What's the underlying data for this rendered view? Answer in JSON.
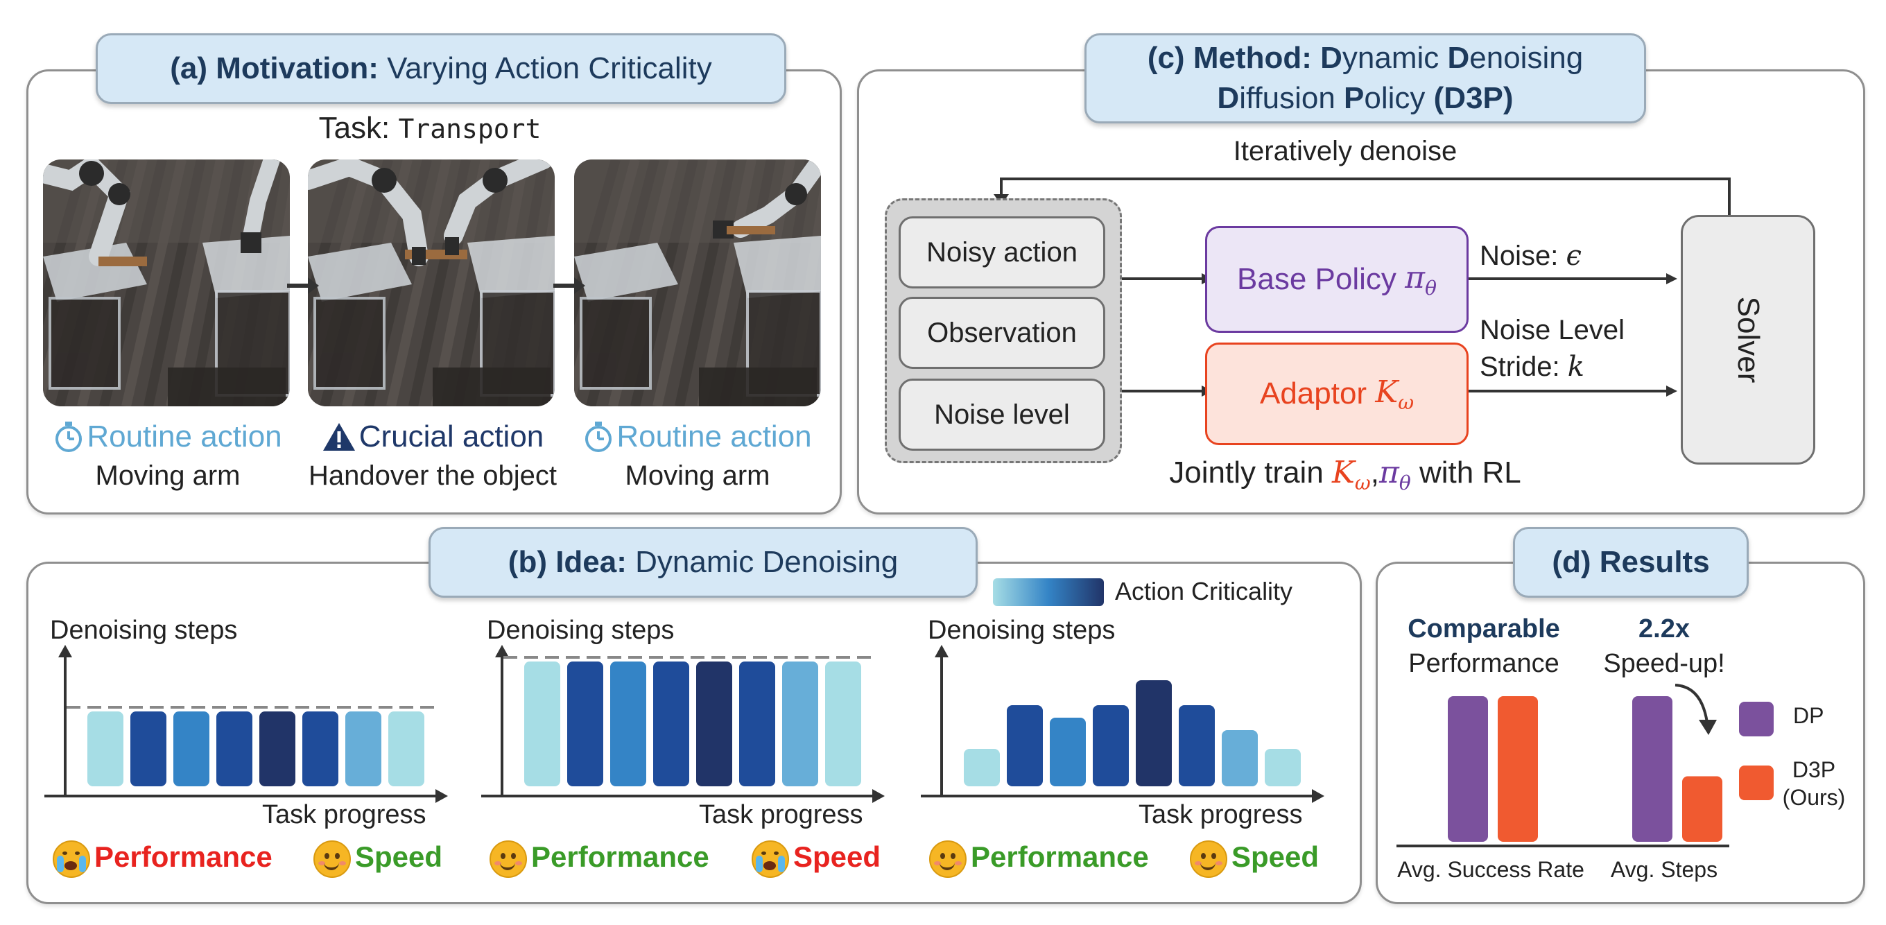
{
  "panel_a": {
    "title_bold": "(a) Motivation:",
    "title_rest": " Varying Action Criticality",
    "task_label": "Task: ",
    "task_name": "Transport",
    "frames": [
      {
        "label": "Routine action",
        "caption": "Moving arm",
        "icon": "stopwatch-icon",
        "color": "#5fa8d3"
      },
      {
        "label": "Crucial action",
        "caption": "Handover the object",
        "icon": "warning-icon",
        "color": "#1f3869"
      },
      {
        "label": "Routine action",
        "caption": "Moving arm",
        "icon": "stopwatch-icon",
        "color": "#5fa8d3"
      }
    ]
  },
  "panel_b": {
    "title_bold": "(b) Idea:",
    "title_rest": " Dynamic Denoising",
    "legend_label": "Action Criticality",
    "y_label": "Denoising steps",
    "x_label": "Task progress",
    "charts": [
      {
        "bars": [
          0.6,
          0.6,
          0.6,
          0.6,
          0.6,
          0.6,
          0.6,
          0.6
        ],
        "criticality": [
          1,
          4,
          3,
          4,
          5,
          4,
          2,
          1
        ],
        "perf": {
          "text": "Performance",
          "face": "crying",
          "color": "#e8231f"
        },
        "speed": {
          "text": "Speed",
          "face": "smiling",
          "color": "#3a9b28"
        }
      },
      {
        "bars": [
          1.0,
          1.0,
          1.0,
          1.0,
          1.0,
          1.0,
          1.0,
          1.0
        ],
        "criticality": [
          1,
          4,
          3,
          4,
          5,
          4,
          2,
          1
        ],
        "perf": {
          "text": "Performance",
          "face": "smiling",
          "color": "#3a9b28"
        },
        "speed": {
          "text": "Speed",
          "face": "crying",
          "color": "#e8231f"
        }
      },
      {
        "bars": [
          0.3,
          0.65,
          0.55,
          0.65,
          0.85,
          0.65,
          0.45,
          0.3
        ],
        "criticality": [
          1,
          4,
          3,
          4,
          5,
          4,
          2,
          1
        ],
        "perf": {
          "text": "Performance",
          "face": "smiling",
          "color": "#3a9b28"
        },
        "speed": {
          "text": "Speed",
          "face": "smiling",
          "color": "#3a9b28"
        }
      }
    ],
    "criticality_colors": [
      "#a6dde5",
      "#67aed8",
      "#3484c6",
      "#1f4c9a",
      "#213468"
    ]
  },
  "panel_c": {
    "title_line1_parts": [
      "(c) Method: ",
      "D",
      "ynamic ",
      "D",
      "enoising"
    ],
    "title_line2_parts": [
      "D",
      "iffusion ",
      "P",
      "olicy ",
      "(D3P)"
    ],
    "loop_label": "Iteratively denoise",
    "inputs": [
      "Noisy action",
      "Observation",
      "Noise level"
    ],
    "base_policy": "Base Policy ",
    "adaptor": "Adaptor ",
    "noise_label": "Noise: ",
    "noise_sym": "ϵ",
    "noise_level_label": "Noise Level",
    "stride_label": "Stride: ",
    "stride_sym": "k",
    "solver": "Solver",
    "jointly_pre": "Jointly train ",
    "jointly_post": " with RL",
    "colors": {
      "base": "#6b3aa0",
      "adaptor": "#e8431f"
    }
  },
  "panel_d": {
    "title": "(d) Results",
    "comparable": "Comparable",
    "performance": "Performance",
    "speedup_value": "2.2x",
    "speedup_text": "Speed-up!",
    "x_labels": [
      "Avg. Success Rate",
      "Avg. Steps"
    ],
    "legend": [
      {
        "label": "DP",
        "color": "#7b519d"
      },
      {
        "label": "D3P\n(Ours)",
        "color": "#f05a30"
      }
    ],
    "chart_data": {
      "type": "bar",
      "categories": [
        "Avg. Success Rate",
        "Avg. Steps"
      ],
      "series": [
        {
          "name": "DP",
          "values": [
            1.0,
            1.0
          ]
        },
        {
          "name": "D3P (Ours)",
          "values": [
            1.0,
            0.45
          ]
        }
      ],
      "ylim": [
        0,
        1
      ]
    }
  }
}
